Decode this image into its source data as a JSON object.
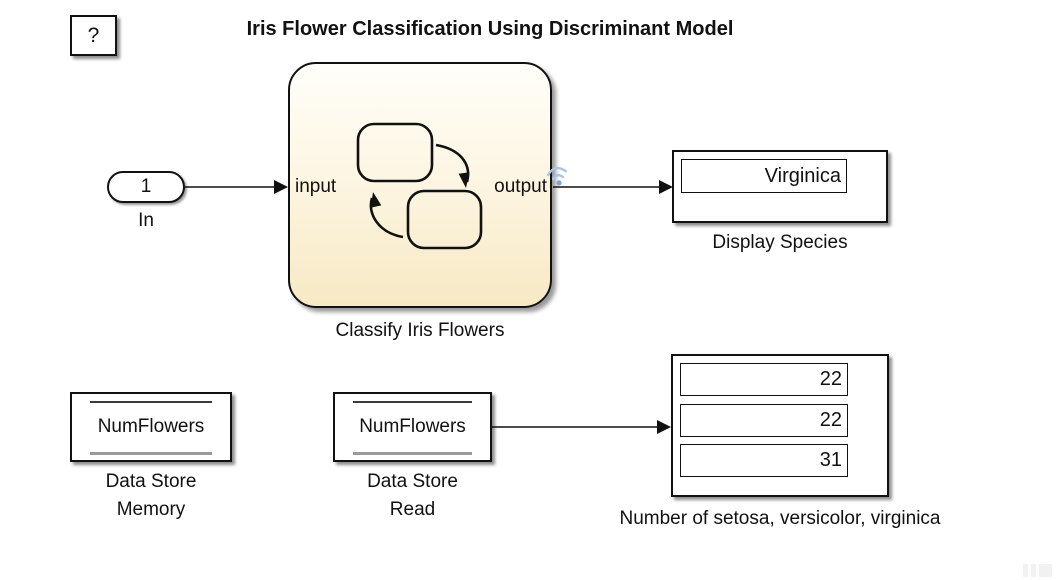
{
  "title": "Iris Flower Classification Using Discriminant Model",
  "help_block": {
    "label": "?"
  },
  "inport": {
    "value": "1",
    "label": "In"
  },
  "chart": {
    "label": "Classify Iris Flowers",
    "ports": {
      "input": "input",
      "output": "output"
    }
  },
  "display_species": {
    "value": "Virginica",
    "label": "Display Species"
  },
  "data_store_memory": {
    "name": "NumFlowers",
    "label": [
      "Data Store",
      "Memory"
    ]
  },
  "data_store_read": {
    "name": "NumFlowers",
    "label": [
      "Data Store",
      "Read"
    ]
  },
  "display_counts": {
    "values": [
      "22",
      "22",
      "31"
    ],
    "label": "Number of setosa, versicolor, virginica"
  },
  "icons": {
    "help": "question-mark",
    "logging_badge": "wifi-icon"
  },
  "colors": {
    "background": "#FFFFFF",
    "block_border": "#111111",
    "chart_fill_top": "#FFFEF9",
    "chart_fill_bottom": "#F7E9C4",
    "logging_badge_blue": "#93B7DF"
  }
}
